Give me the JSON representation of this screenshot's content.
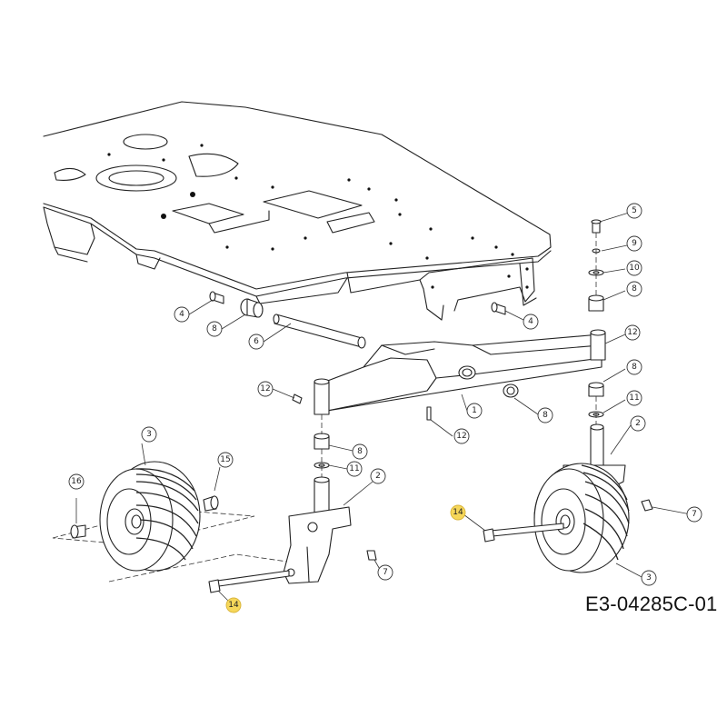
{
  "drawing_number": "E3-04285C-01",
  "highlight_color": "#f6d75a",
  "callouts": [
    {
      "id": "c5",
      "label": "5"
    },
    {
      "id": "c9",
      "label": "9"
    },
    {
      "id": "c10",
      "label": "10"
    },
    {
      "id": "c8a",
      "label": "8"
    },
    {
      "id": "c4a",
      "label": "4"
    },
    {
      "id": "c4b",
      "label": "4"
    },
    {
      "id": "c8b",
      "label": "8"
    },
    {
      "id": "c6",
      "label": "6"
    },
    {
      "id": "c12a",
      "label": "12"
    },
    {
      "id": "c8c",
      "label": "8"
    },
    {
      "id": "c11a",
      "label": "11"
    },
    {
      "id": "c12b",
      "label": "12"
    },
    {
      "id": "c8d",
      "label": "8"
    },
    {
      "id": "c1",
      "label": "1"
    },
    {
      "id": "c12c",
      "label": "12"
    },
    {
      "id": "c2a",
      "label": "2"
    },
    {
      "id": "c3a",
      "label": "3"
    },
    {
      "id": "c8e",
      "label": "8"
    },
    {
      "id": "c15",
      "label": "15"
    },
    {
      "id": "c16",
      "label": "16"
    },
    {
      "id": "c11b",
      "label": "11"
    },
    {
      "id": "c2b",
      "label": "2"
    },
    {
      "id": "c7a",
      "label": "7"
    },
    {
      "id": "c14a",
      "label": "14"
    },
    {
      "id": "c14b",
      "label": "14"
    },
    {
      "id": "c7b",
      "label": "7"
    },
    {
      "id": "c3b",
      "label": "3"
    }
  ]
}
